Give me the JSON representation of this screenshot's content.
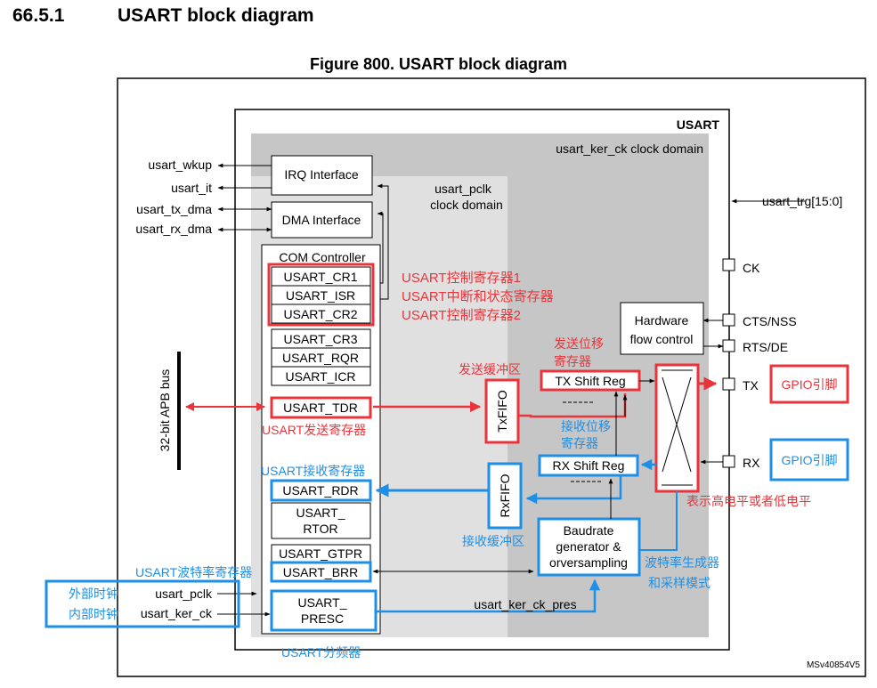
{
  "section": {
    "number": "66.5.1",
    "title": "USART block diagram"
  },
  "figure_title": "Figure 800. USART block diagram",
  "figure_id": "MSv40854V5",
  "usart": {
    "label": "USART",
    "ker_domain": "usart_ker_ck  clock domain",
    "pclk_domain_line1": "usart_pclk",
    "pclk_domain_line2": "clock domain"
  },
  "left_signals": {
    "wkup": "usart_wkup",
    "it": "usart_it",
    "tx_dma": "usart_tx_dma",
    "rx_dma": "usart_rx_dma",
    "pclk": "usart_pclk",
    "ker_ck": "usart_ker_ck"
  },
  "bus_label": "32-bit APB bus",
  "blocks": {
    "irq": "IRQ Interface",
    "dma": "DMA Interface",
    "com": "COM Controller",
    "cr1": "USART_CR1",
    "isr": "USART_ISR",
    "cr2": "USART_CR2",
    "cr3": "USART_CR3",
    "rqr": "USART_RQR",
    "icr": "USART_ICR",
    "tdr": "USART_TDR",
    "rdr": "USART_RDR",
    "rtor_1": "USART_",
    "rtor_2": "RTOR",
    "gtpr": "USART_GTPR",
    "brr": "USART_BRR",
    "presc_1": "USART_",
    "presc_2": "PRESC",
    "txfifo": "TxFIFO",
    "rxfifo": "RxFIFO",
    "tx_shift": "TX Shift Reg",
    "rx_shift": "RX Shift Reg",
    "hw_flow_1": "Hardware",
    "hw_flow_2": "flow control",
    "baud_1": "Baudrate",
    "baud_2": "generator &",
    "baud_3": "orversampling"
  },
  "ker_ck_pres": "usart_ker_ck_pres",
  "right_signals": {
    "trg": "usart_trg[15:0]",
    "ck": "CK",
    "cts": "CTS/NSS",
    "rts": "RTS/DE",
    "tx": "TX",
    "rx": "RX"
  },
  "annotations": {
    "cr1": "USART控制寄存器1",
    "isr": "USART中断和状态寄存器",
    "cr2": "USART控制寄存器2",
    "tx_shift_1": "发送位移",
    "tx_shift_2": "寄存器",
    "tx_buffer": "发送缓冲区",
    "tdr": "USART发送寄存器",
    "rx_shift_1": "接收位移",
    "rx_shift_2": "寄存器",
    "rdr": "USART接收寄存器",
    "rx_buffer": "接收缓冲区",
    "brr": "USART波特率寄存器",
    "ext_clk": "外部时钟",
    "int_clk": "内部时钟",
    "presc": "USART分频器",
    "gpio_tx": "GPIO引脚",
    "gpio_rx": "GPIO引脚",
    "level": "表示高电平或者低电平",
    "baud_1": "波特率生成器",
    "baud_2": "和采样模式"
  },
  "colors": {
    "red": "#e8343a",
    "blue": "#1e8fe6",
    "dark_gray": "#c6c6c6",
    "light_gray": "#e0e0e0"
  }
}
